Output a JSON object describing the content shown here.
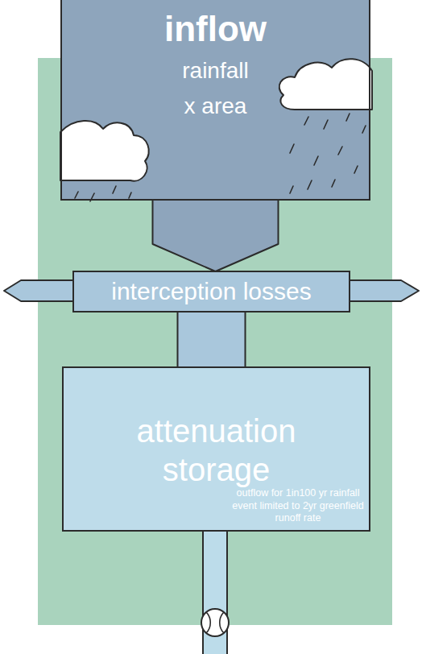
{
  "diagram": {
    "nodes": [
      {
        "text": [
          "inflow",
          "rainfall x area"
        ]
      },
      {
        "text": [
          "interception losses"
        ]
      },
      {
        "text": [
          "attenuation storage",
          "outflow for 1in100 yr rainfall event limited to 2yr greenfield runoff rate"
        ]
      }
    ],
    "edges": [
      {
        "from": 0,
        "to": 1,
        "arrow": "to"
      },
      {
        "from": 1,
        "to": 2,
        "arrow": "none"
      }
    ]
  }
}
